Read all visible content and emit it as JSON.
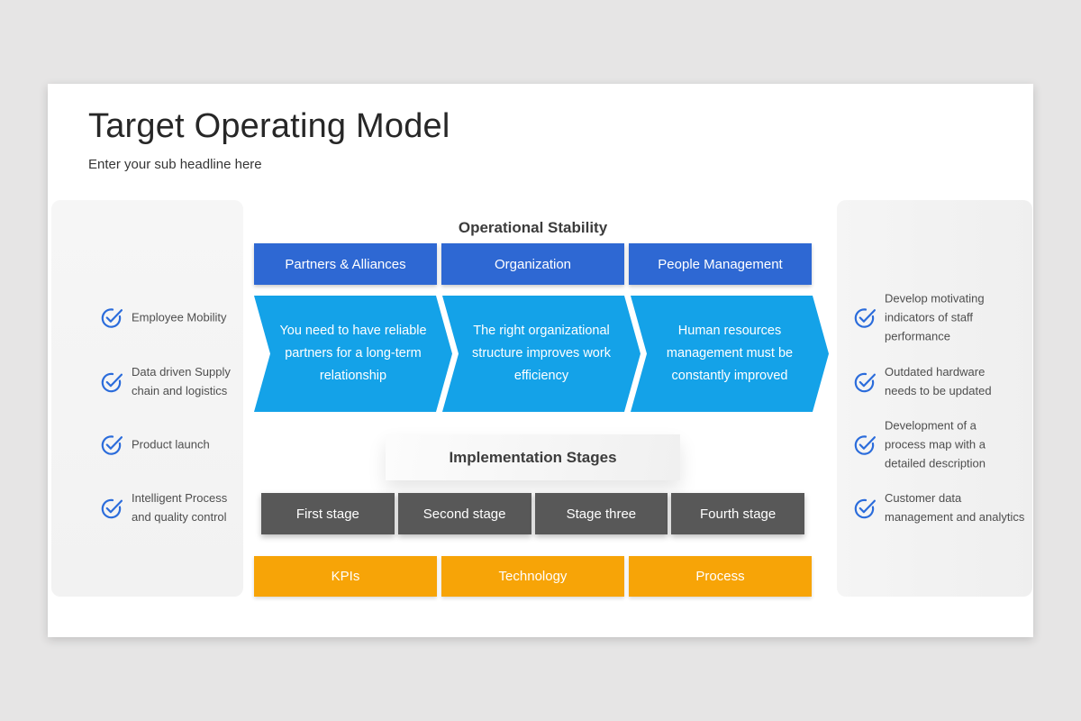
{
  "slide": {
    "title": "Target Operating Model",
    "subtitle": "Enter your sub headline here"
  },
  "left_panel": {
    "items": [
      {
        "label": "Employee Mobility"
      },
      {
        "label": "Data driven Supply\nchain and logistics"
      },
      {
        "label": "Product launch"
      },
      {
        "label": "Intelligent Process\nand quality control"
      }
    ]
  },
  "right_panel": {
    "items": [
      {
        "label": "Develop motivating\nindicators of staff\nperformance"
      },
      {
        "label": "Outdated hardware\nneeds to be updated"
      },
      {
        "label": "Development of a\nprocess map with a\ndetailed description"
      },
      {
        "label": "Customer data\nmanagement and analytics"
      }
    ]
  },
  "center": {
    "top_heading": "Operational Stability",
    "category_buttons": [
      "Partners & Alliances",
      "Organization",
      "People Management"
    ],
    "arrows": [
      "You need to have reliable\npartners for a long-term\nrelationship",
      "The right organizational\nstructure improves work\nefficiency",
      "Human resources\nmanagement must be\nconstantly improved"
    ],
    "mid_heading": "Implementation Stages",
    "stage_buttons": [
      "First stage",
      "Second stage",
      "Stage three",
      "Fourth stage"
    ],
    "bottom_buttons": [
      "KPIs",
      "Technology",
      "Process"
    ]
  },
  "colors": {
    "category_blue": "#2e68d3",
    "arrow_azure": "#14a2e8",
    "stage_gray": "#585858",
    "bottom_orange": "#f7a407",
    "icon_blue": "#2b6cdb"
  },
  "icons": {
    "panel_item_icon": "check-circle-icon"
  }
}
